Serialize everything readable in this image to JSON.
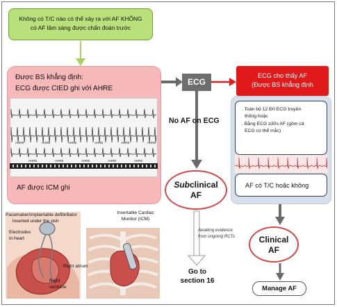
{
  "top_box": {
    "line1": "Không có T/C nào có thể xảy ra với AF KHÔNG",
    "line2": "có AF lâm sàng được chẩn đoán trước"
  },
  "left_panel": {
    "title_line1": "Được BS khẳng định:",
    "title_line2": "ECG được CIED ghi với AHRE",
    "bottom_label": "AF được ICM ghi"
  },
  "ecg_label": "ECG",
  "no_af_label": "No AF on ECG",
  "red_box": {
    "line1": "ECG cho thấy AF",
    "line2": "(Được BS khẳng định"
  },
  "right_panel": {
    "note_line1": ". Toàn bộ 12 Đ0 ECG truyền",
    "note_line2": "thống hoặc",
    "note_line3": ". Bằng ECG ≥30s AF (gồm cả",
    "note_line4": "ECG có thể mắc)",
    "bottom_label": "AF có T/C hoặc không"
  },
  "subclinical": {
    "prefix": "Sub",
    "line1_rest": "clinical",
    "line2": "AF"
  },
  "awaiting_note": {
    "line1": "Awaiting evidence",
    "line2": "from ongoing RCTs"
  },
  "goto": {
    "line1": "Go to",
    "line2": "section 16"
  },
  "clinical": {
    "line1": "Clinical",
    "line2": "AF"
  },
  "manage_label": "Manage AF",
  "illustration_labels": {
    "pacemaker_line1": "Pacemaker/implantable defibrillator",
    "pacemaker_line2": "inserted under the skin",
    "electrodes_line1": "Electrodes",
    "electrodes_line2": "in heart",
    "right_atrium": "Right atrium",
    "right_ventricle_line1": "Right",
    "right_ventricle_line2": "ventricle",
    "icm_line1": "Insertable Cardiac",
    "icm_line2": "Monitor (ICM)"
  },
  "ecg_strip_labels": [
    "AHRE",
    "AHRE",
    "AHRE",
    "AHRE",
    "AHRE",
    "AHRE",
    "AHRE",
    "AHRE",
    "AHRE",
    "AHRE",
    "AHRE"
  ],
  "colors": {
    "top_box": "#b9e07a",
    "left_panel": "#f6b8b8",
    "ecg_box": "#6e6e6e",
    "red_box": "#e01a1a",
    "right_panel": "#d8e0ea",
    "ellipse_border": "#d54747",
    "arrow_green": "#a6d15b",
    "arrow_gray": "#6a6a6a",
    "arrow_red": "#e02020"
  }
}
